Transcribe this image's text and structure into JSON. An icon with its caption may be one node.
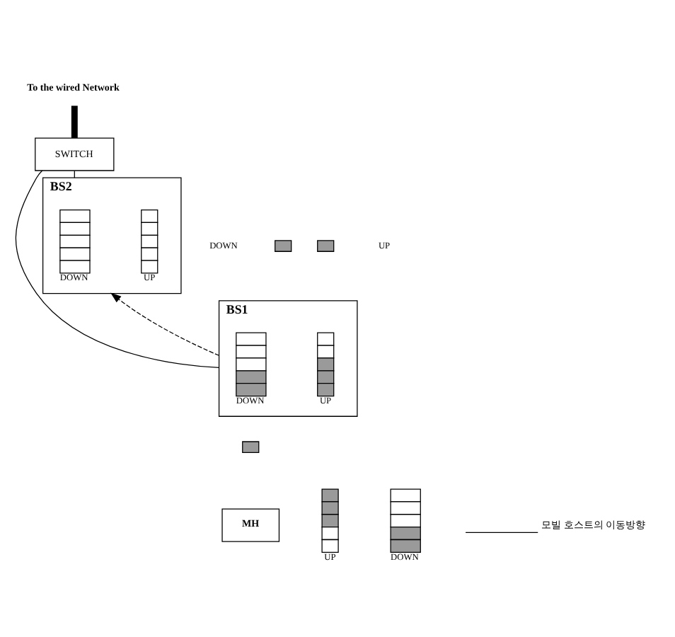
{
  "diagram": {
    "nodes": [
      {
        "text": [
          "To the wired Network"
        ]
      },
      {
        "text": [
          "SWITCH"
        ]
      },
      {
        "text": [
          "BS1"
        ]
      },
      {
        "text": [],
        "shape": "bar",
        "beside": [
          "DOWN"
        ],
        "in": 2
      },
      {
        "text": [],
        "shape": "bar",
        "beside": [
          "UP"
        ],
        "in": 2
      },
      {
        "text": [
          "BS2"
        ]
      },
      {
        "text": [],
        "shape": "bar",
        "beside": [
          "DOWN"
        ],
        "in": 5
      },
      {
        "text": [],
        "shape": "bar",
        "beside": [
          "UP"
        ],
        "in": 5
      },
      {
        "text": [],
        "shape": "box"
      },
      {
        "text": [],
        "shape": "box"
      },
      {
        "text": [],
        "shape": "box"
      },
      {
        "text": [
          "MH"
        ]
      },
      {
        "text": [],
        "shape": "bar",
        "beside": [
          "UP"
        ]
      },
      {
        "text": [],
        "shape": "bar",
        "beside": [
          "DOWN"
        ]
      }
    ],
    "edges": [
      {
        "from": 0,
        "to": 1,
        "arrow": "none",
        "style": "thick"
      },
      {
        "from": 1,
        "to": 2,
        "arrow": "none"
      },
      {
        "from": 1,
        "to": 5,
        "arrow": "none"
      },
      {
        "from": 2,
        "to": 5,
        "arrow": "to",
        "style": "dashed"
      }
    ],
    "labels": [
      "DOWN",
      "UP"
    ],
    "legend": [
      {
        "text": "모빌 호스트의 이동방향"
      }
    ]
  }
}
